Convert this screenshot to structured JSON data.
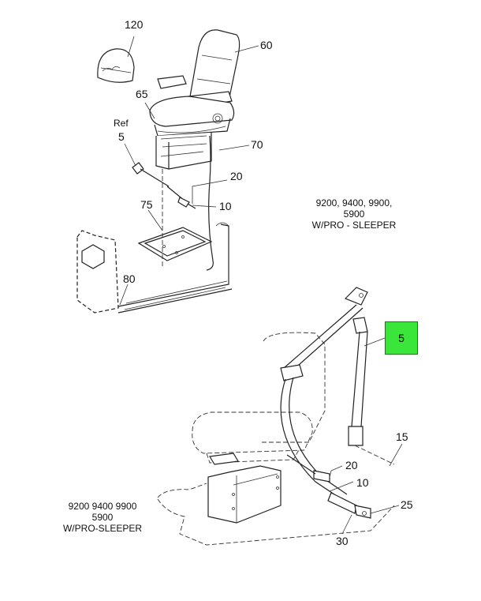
{
  "callouts": {
    "c120": "120",
    "c60": "60",
    "c65": "65",
    "ref_word": "Ref",
    "ref_num": "5",
    "c70": "70",
    "c20_top": "20",
    "c75": "75",
    "c10_top": "10",
    "c80": "80",
    "c5_highlight": "5",
    "c15": "15",
    "c20_bottom": "20",
    "c10_bottom": "10",
    "c25": "25",
    "c30": "30"
  },
  "notes": {
    "top_right": [
      "9200, 9400, 9900,",
      "5900",
      "W/PRO - SLEEPER"
    ],
    "bottom_left": [
      "9200 9400 9900",
      "5900",
      "W/PRO-SLEEPER"
    ]
  },
  "colors": {
    "highlight": "#39e639",
    "line": "#222222"
  }
}
